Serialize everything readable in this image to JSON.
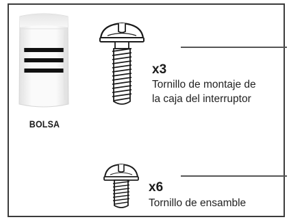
{
  "bag": {
    "label": "BOLSA",
    "icon": "bag-icon"
  },
  "items": [
    {
      "icon": "mounting-screw-icon",
      "quantity": "x3",
      "description_lines": [
        "Tornillo de montaje de",
        "la caja del interruptor"
      ]
    },
    {
      "icon": "assembly-screw-icon",
      "quantity": "x6",
      "description_lines": [
        "Tornillo de ensamble"
      ]
    }
  ],
  "colors": {
    "border": "#3a3a3a",
    "bag_stripes": "#111111",
    "bag_body": "#f4f4f4"
  }
}
